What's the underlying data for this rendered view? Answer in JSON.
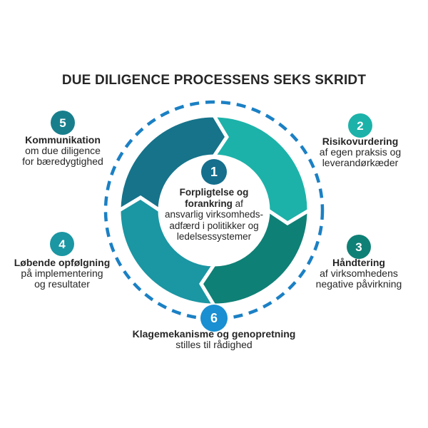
{
  "title": "DUE DILIGENCE PROCESSENS SEKS SKRIDT",
  "colors": {
    "segment_top_left": "#16738a",
    "segment_top_right": "#1cb2a9",
    "segment_bottom_right": "#0f8076",
    "segment_bottom_left": "#1b96a3",
    "dashed_ring": "#1b80c4",
    "text": "#262626"
  },
  "steps": [
    {
      "number": "1",
      "badge_color": "#156f8d",
      "line1_bold": "Forpligtelse og",
      "line2_bold": "forankring",
      "line2_rest": " af",
      "line3": "ansvarlig virksomheds-",
      "line4": "adfærd i politikker og",
      "line5": "ledelsessystemer"
    },
    {
      "number": "2",
      "badge_color": "#1cb2a9",
      "title": "Risikovurdering",
      "line2": "af egen praksis og",
      "line3": "leverandørkæder"
    },
    {
      "number": "3",
      "badge_color": "#0f8076",
      "title": "Håndtering",
      "line2": "af virksomhedens",
      "line3": "negative påvirkning"
    },
    {
      "number": "4",
      "badge_color": "#1b96a3",
      "title": "Løbende opfølgning",
      "line2": "på implementering",
      "line3": "og resultater"
    },
    {
      "number": "5",
      "badge_color": "#187e8c",
      "title": "Kommunikation",
      "line2": "om due diligence",
      "line3": "for bæredygtighed"
    },
    {
      "number": "6",
      "badge_color": "#1a8fd1",
      "title": "Klagemekanisme og genopretning",
      "line2": "stilles til rådighed"
    }
  ]
}
